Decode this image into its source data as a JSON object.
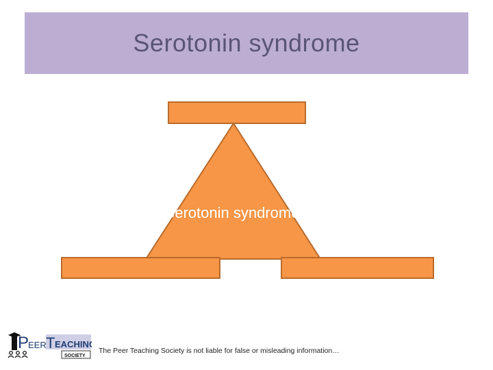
{
  "slide": {
    "title": "Serotonin syndrome",
    "diagram": {
      "center_label": "Serotonin syndrome",
      "top_box_label": "",
      "bottom_left_box_label": "",
      "bottom_right_box_label": ""
    },
    "logo": {
      "part1": "EER",
      "part2": "EACHING",
      "part3": "SOCIETY",
      "P": "P",
      "T": "T"
    },
    "footer_note": "The Peer Teaching Society is not liable for false or misleading information…"
  },
  "colors": {
    "title_background": "#bcaed3",
    "title_text": "#5b5575",
    "shape_fill": "#f79646",
    "shape_border": "#b86a2c"
  }
}
